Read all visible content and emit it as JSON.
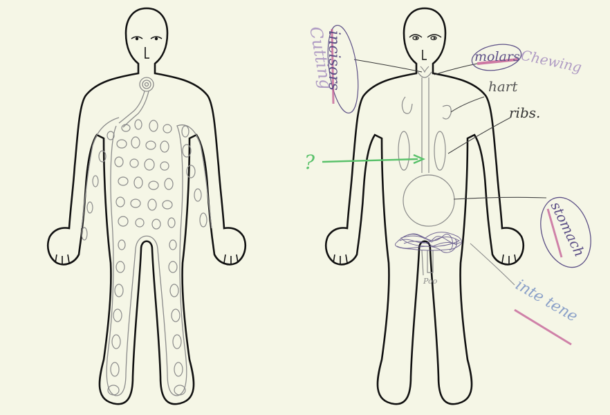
{
  "colors": {
    "paper": "#f5f6e6",
    "outline": "#111111",
    "pencil": "#8a8a8a",
    "violet_ink": "#5c4f86",
    "pink_highlight": "#c0508f",
    "lilac_pencil": "#b09cc4",
    "green_marker": "#59c16a"
  },
  "labels": {
    "question_mark": "?",
    "cutting": "Cutting",
    "incisors": "incisors",
    "molars": "molars",
    "chewing": "Chewing",
    "heart": "hart",
    "ribs": "ribs.",
    "stomach": "stomach",
    "intestine": "inte tene",
    "poo": "Poo"
  },
  "icons": {
    "left_figure": "body-outline-with-cells",
    "right_figure": "body-outline-with-organs"
  }
}
